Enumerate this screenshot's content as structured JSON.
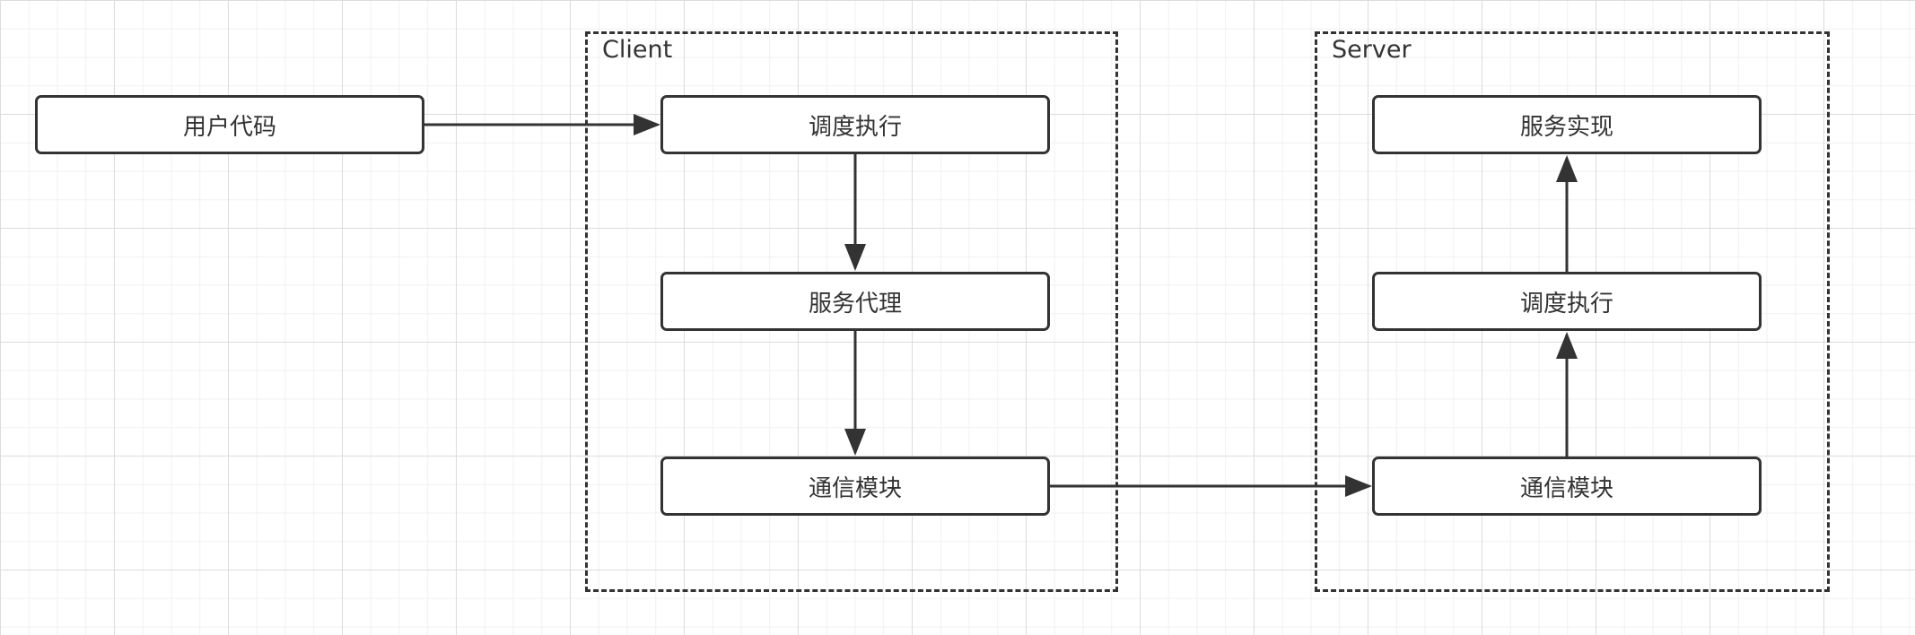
{
  "groups": {
    "client": {
      "label": "Client"
    },
    "server": {
      "label": "Server"
    }
  },
  "nodes": {
    "user_code": "用户代码",
    "client_dispatch": "调度执行",
    "client_proxy": "服务代理",
    "client_comm": "通信模块",
    "server_impl": "服务实现",
    "server_dispatch": "调度执行",
    "server_comm": "通信模块"
  },
  "colors": {
    "stroke": "#333333",
    "background": "#ffffff",
    "grid": "#dcdcdc"
  }
}
